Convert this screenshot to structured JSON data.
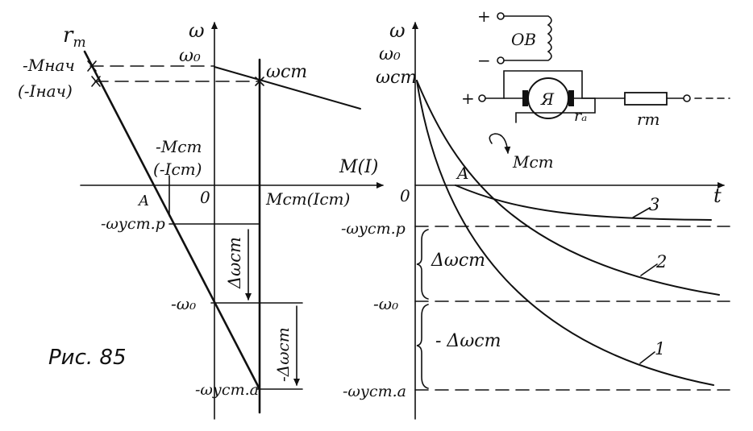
{
  "caption": "Рис. 85",
  "left": {
    "y_axis": "ω",
    "x_axis": "M(I)",
    "rt": "r",
    "rt_sub": "т",
    "omega0_top": "ω₀",
    "omega_st": "ωст",
    "m_nach": "-Мнач",
    "i_nach": "(-Iнач)",
    "m_st_neg": "-Мст",
    "i_st_neg": "(-Iст)",
    "point_a": "A",
    "origin": "0",
    "m_st_pos": "Мст(Iст)",
    "omega_ust_r": "-ωуст.р",
    "delta_omega": "Δωст",
    "omega0_neg": "-ω₀",
    "minus_delta_omega": "-Δωст",
    "omega_ust_a": "-ωуст.а"
  },
  "right": {
    "y_axis": "ω",
    "omega0": "ω₀",
    "omega_st": "ωст",
    "point_a": "A",
    "origin": "0",
    "t_axis": "t",
    "curve1": "1",
    "curve2": "2",
    "curve3": "3",
    "omega_ust_r": "-ωуст.р",
    "delta_omega": "Δωст",
    "omega0_neg": "-ω₀",
    "minus_delta_omega": "- Δωст",
    "omega_ust_a": "-ωуст.а"
  },
  "circuit": {
    "plus_top": "+",
    "minus_top": "−",
    "ov": "ОВ",
    "plus_mid": "+",
    "armature": "Я",
    "ra": "rₐ",
    "rt": "rт",
    "m_st": "Мст"
  }
}
